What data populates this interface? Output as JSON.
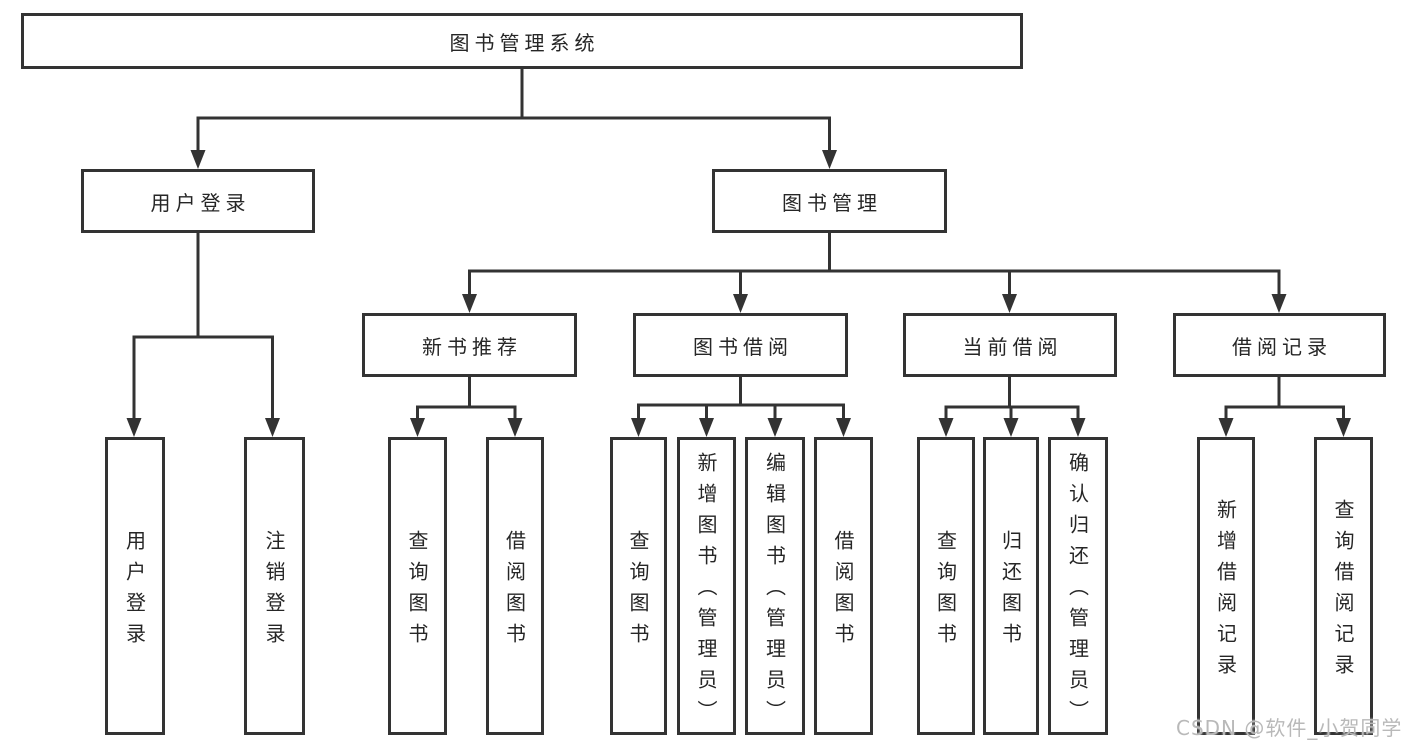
{
  "diagram": {
    "type": "hierarchy-tree",
    "colors": {
      "line": "#333333",
      "box_border": "#333333",
      "box_fill": "#ffffff",
      "text": "#262626",
      "background": "#ffffff",
      "watermark": "#b9b9b9"
    },
    "tree": {
      "root": {
        "label": "图书管理系统"
      },
      "children": [
        {
          "label": "用户登录",
          "children": [
            {
              "label": "用户登录"
            },
            {
              "label": "注销登录"
            }
          ]
        },
        {
          "label": "图书管理",
          "children": [
            {
              "label": "新书推荐",
              "children": [
                {
                  "label": "查询图书"
                },
                {
                  "label": "借阅图书"
                }
              ]
            },
            {
              "label": "图书借阅",
              "children": [
                {
                  "label": "查询图书"
                },
                {
                  "label": "新增图书（管理员）"
                },
                {
                  "label": "编辑图书（管理员）"
                },
                {
                  "label": "借阅图书"
                }
              ]
            },
            {
              "label": "当前借阅",
              "children": [
                {
                  "label": "查询图书"
                },
                {
                  "label": "归还图书"
                },
                {
                  "label": "确认归还（管理员）"
                }
              ]
            },
            {
              "label": "借阅记录",
              "children": [
                {
                  "label": "新增借阅记录"
                },
                {
                  "label": "查询借阅记录"
                }
              ]
            }
          ]
        }
      ]
    },
    "watermark": {
      "text": "CSDN @软件_小贺同学"
    }
  }
}
